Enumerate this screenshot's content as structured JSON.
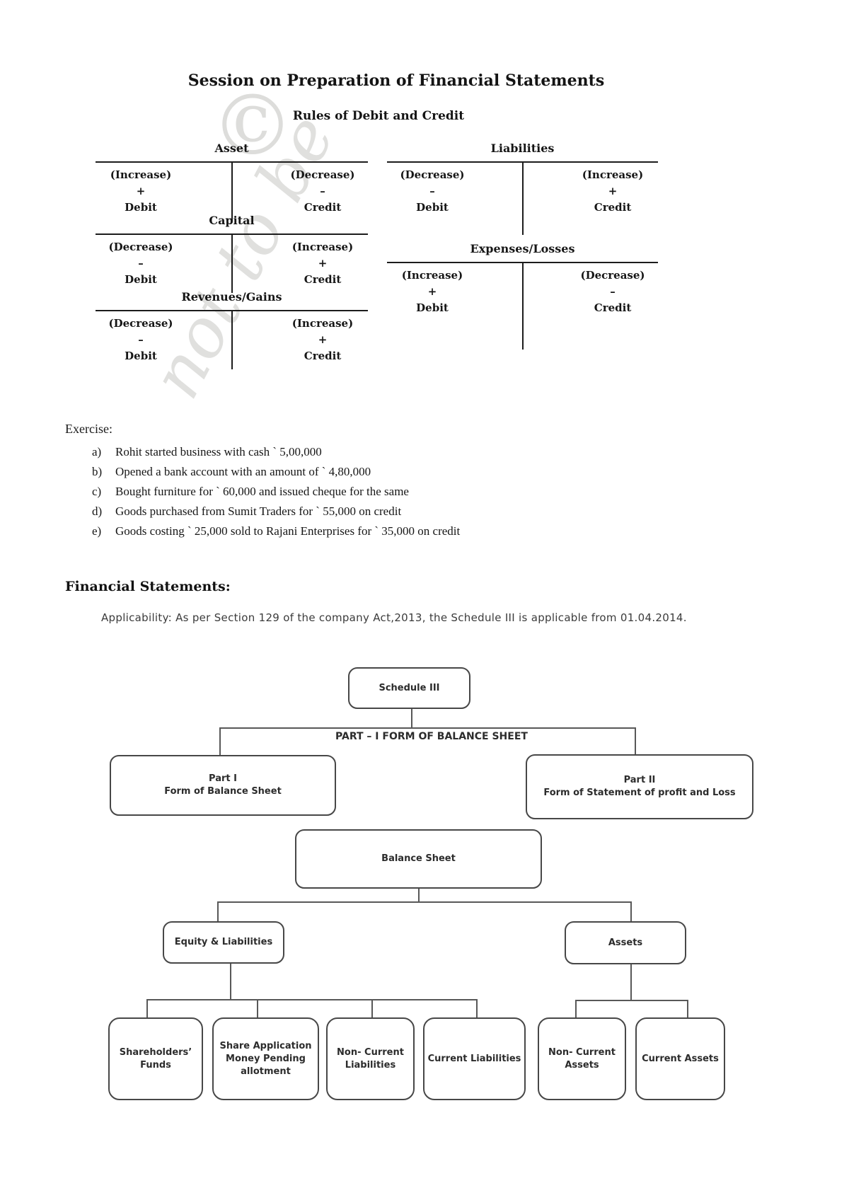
{
  "page": {
    "title": "Session on Preparation of Financial Statements",
    "watermark": {
      "symbol": "©",
      "text": "not to be"
    }
  },
  "rules": {
    "heading": "Rules of Debit and Credit",
    "accounts": [
      {
        "title": "Asset",
        "left": [
          "(Increase)",
          "+",
          "Debit"
        ],
        "right": [
          "(Decrease)",
          "–",
          "Credit"
        ]
      },
      {
        "title": "Liabilities",
        "left": [
          "(Decrease)",
          "–",
          "Debit"
        ],
        "right": [
          "(Increase)",
          "+",
          "Credit"
        ]
      },
      {
        "title": "Capital",
        "left": [
          "(Decrease)",
          "–",
          "Debit"
        ],
        "right": [
          "(Increase)",
          "+",
          "Credit"
        ]
      },
      {
        "title": "Expenses/Losses",
        "left": [
          "(Increase)",
          "+",
          "Debit"
        ],
        "right": [
          "(Decrease)",
          "–",
          "Credit"
        ]
      },
      {
        "title": "Revenues/Gains",
        "left": [
          "(Decrease)",
          "–",
          "Debit"
        ],
        "right": [
          "(Increase)",
          "+",
          "Credit"
        ]
      }
    ]
  },
  "exercise": {
    "heading": "Exercise:",
    "items": [
      {
        "label": "a)",
        "text": "Rohit started business with cash ` 5,00,000"
      },
      {
        "label": "b)",
        "text": "Opened a bank account with an amount of ` 4,80,000"
      },
      {
        "label": "c)",
        "text": "Bought furniture for ` 60,000 and issued cheque for the same"
      },
      {
        "label": "d)",
        "text": "Goods purchased from Sumit Traders for ` 55,000 on credit"
      },
      {
        "label": "e)",
        "text": "Goods costing ` 25,000 sold to Rajani Enterprises for ` 35,000 on credit"
      }
    ]
  },
  "financial": {
    "heading": "Financial Statements:",
    "applicability": "Applicability: As per Section 129 of the company Act,2013, the Schedule III is applicable  from 01.04.2014."
  },
  "flowchart": {
    "part_label": "PART – I FORM OF BALANCE SHEET",
    "nodes": {
      "schedule": "Schedule III",
      "part1": [
        "Part I",
        "Form of Balance Sheet"
      ],
      "part2": [
        "Part II",
        "Form of Statement of profit and Loss"
      ],
      "balance_sheet": "Balance Sheet",
      "equity_liabilities": "Equity & Liabilities",
      "assets": "Assets",
      "shareholders_funds": [
        "Shareholders’",
        "Funds"
      ],
      "share_application": [
        "Share Application",
        "Money Pending",
        "allotment"
      ],
      "non_current_liabilities": [
        "Non- Current",
        "Liabilities"
      ],
      "current_liabilities": "Current Liabilities",
      "non_current_assets": [
        "Non- Current",
        "Assets"
      ],
      "current_assets": "Current Assets"
    }
  }
}
